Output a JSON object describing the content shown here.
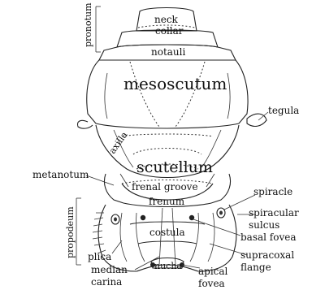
{
  "labels": {
    "neck": "neck",
    "collar": "collar",
    "pronotum": "pronotum",
    "notauli": "notauli",
    "mesoscutum": "mesoscutum",
    "tegula": "tegula",
    "axilla": "axilla",
    "scutellum": "scutellum",
    "metanotum": "metanotum",
    "frenal_groove": "frenal groove",
    "frenum": "frenum",
    "spiracle": "spiracle",
    "spiracular_sulcus_1": "spiracular",
    "spiracular_sulcus_2": "sulcus",
    "propodeum": "propodeum",
    "costula": "costula",
    "basal_fovea": "basal fovea",
    "plica": "plica",
    "supracoxal_flange_1": "supracoxal",
    "supracoxal_flange_2": "flange",
    "median_carina_1": "median",
    "median_carina_2": "carina",
    "nucha": "nucha",
    "apical_fovea_1": "apical",
    "apical_fovea_2": "fovea"
  }
}
